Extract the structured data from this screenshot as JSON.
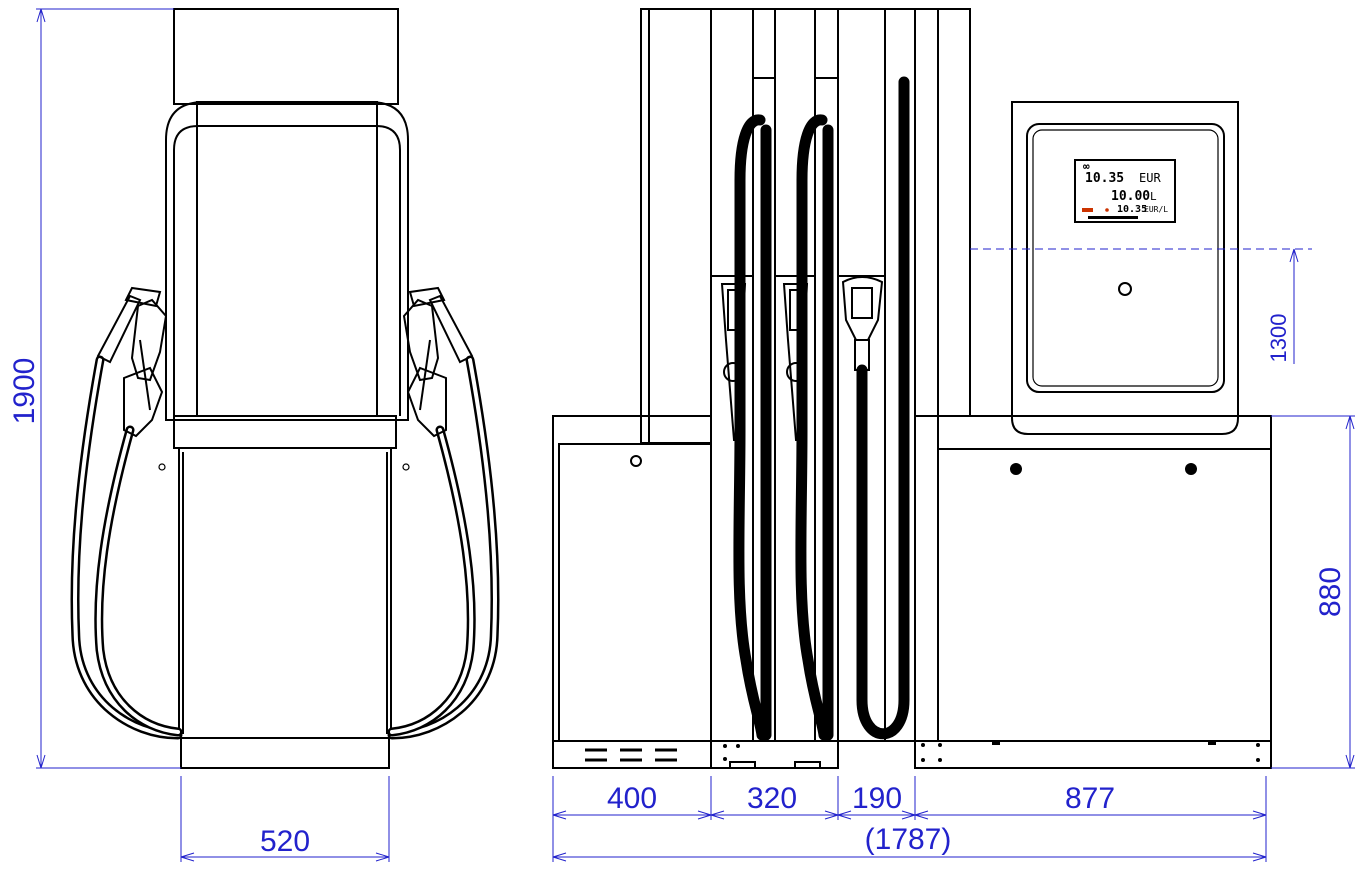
{
  "dimensions": {
    "height_total": "1900",
    "width_front": "520",
    "display_height": "1300",
    "base_height": "880",
    "seg_1": "400",
    "seg_2": "320",
    "seg_3": "190",
    "seg_4": "877",
    "total_length": "(1787)"
  },
  "display": {
    "amount": "10.35",
    "amount_unit": "EUR",
    "volume": "10.00",
    "volume_unit": "L",
    "price": "10.35",
    "price_unit": "EUR/L",
    "symbol": "∞"
  },
  "colors": {
    "dimension": "#2222cc",
    "line": "#000000",
    "indicator": "#cc3300"
  }
}
